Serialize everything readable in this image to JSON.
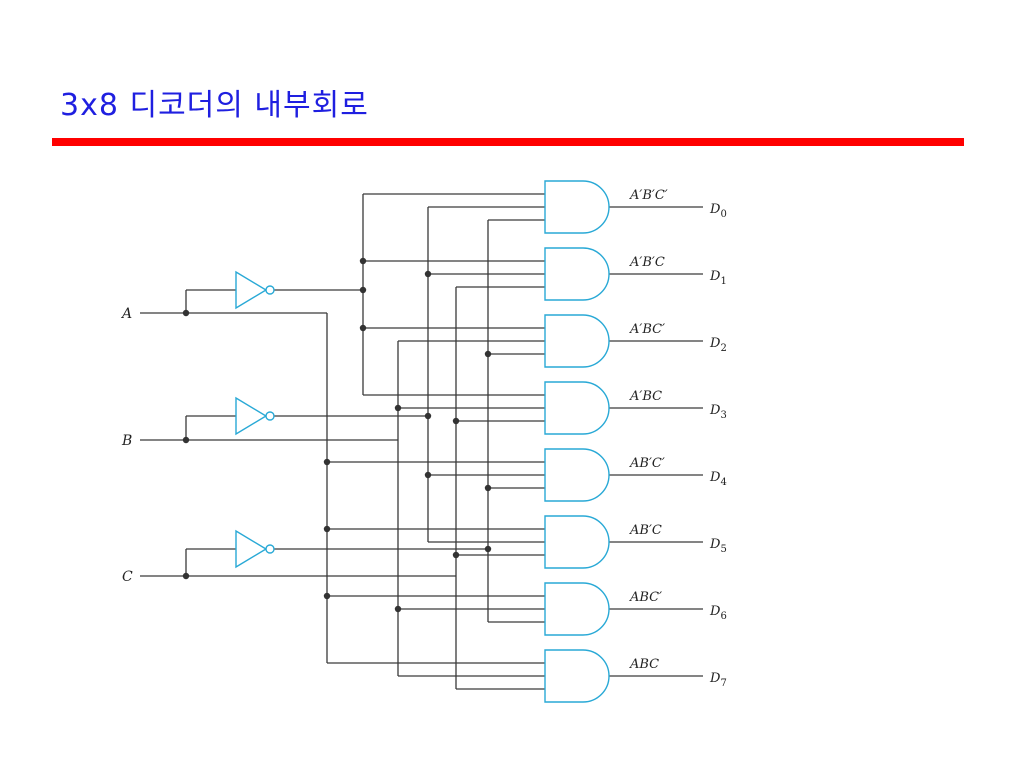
{
  "slide": {
    "title": "3x8 디코더의 내부회로",
    "accent_color": "#ff0000",
    "title_color": "#1f1fe0",
    "gate_color": "#29a9d6"
  },
  "circuit": {
    "inputs": [
      {
        "label": "A"
      },
      {
        "label": "B"
      },
      {
        "label": "C"
      }
    ],
    "outputs": [
      {
        "term": "A′B′C′",
        "name": "D",
        "sub": "0",
        "literals": [
          "A'",
          "B'",
          "C'"
        ]
      },
      {
        "term": "A′B′C",
        "name": "D",
        "sub": "1",
        "literals": [
          "A'",
          "B'",
          "C"
        ]
      },
      {
        "term": "A′BC′",
        "name": "D",
        "sub": "2",
        "literals": [
          "A'",
          "B",
          "C'"
        ]
      },
      {
        "term": "A′BC",
        "name": "D",
        "sub": "3",
        "literals": [
          "A'",
          "B",
          "C"
        ]
      },
      {
        "term": "AB′C′",
        "name": "D",
        "sub": "4",
        "literals": [
          "A",
          "B'",
          "C'"
        ]
      },
      {
        "term": "AB′C",
        "name": "D",
        "sub": "5",
        "literals": [
          "A",
          "B'",
          "C"
        ]
      },
      {
        "term": "ABC′",
        "name": "D",
        "sub": "6",
        "literals": [
          "A",
          "B",
          "C'"
        ]
      },
      {
        "term": "ABC",
        "name": "D",
        "sub": "7",
        "literals": [
          "A",
          "B",
          "C"
        ]
      }
    ]
  }
}
